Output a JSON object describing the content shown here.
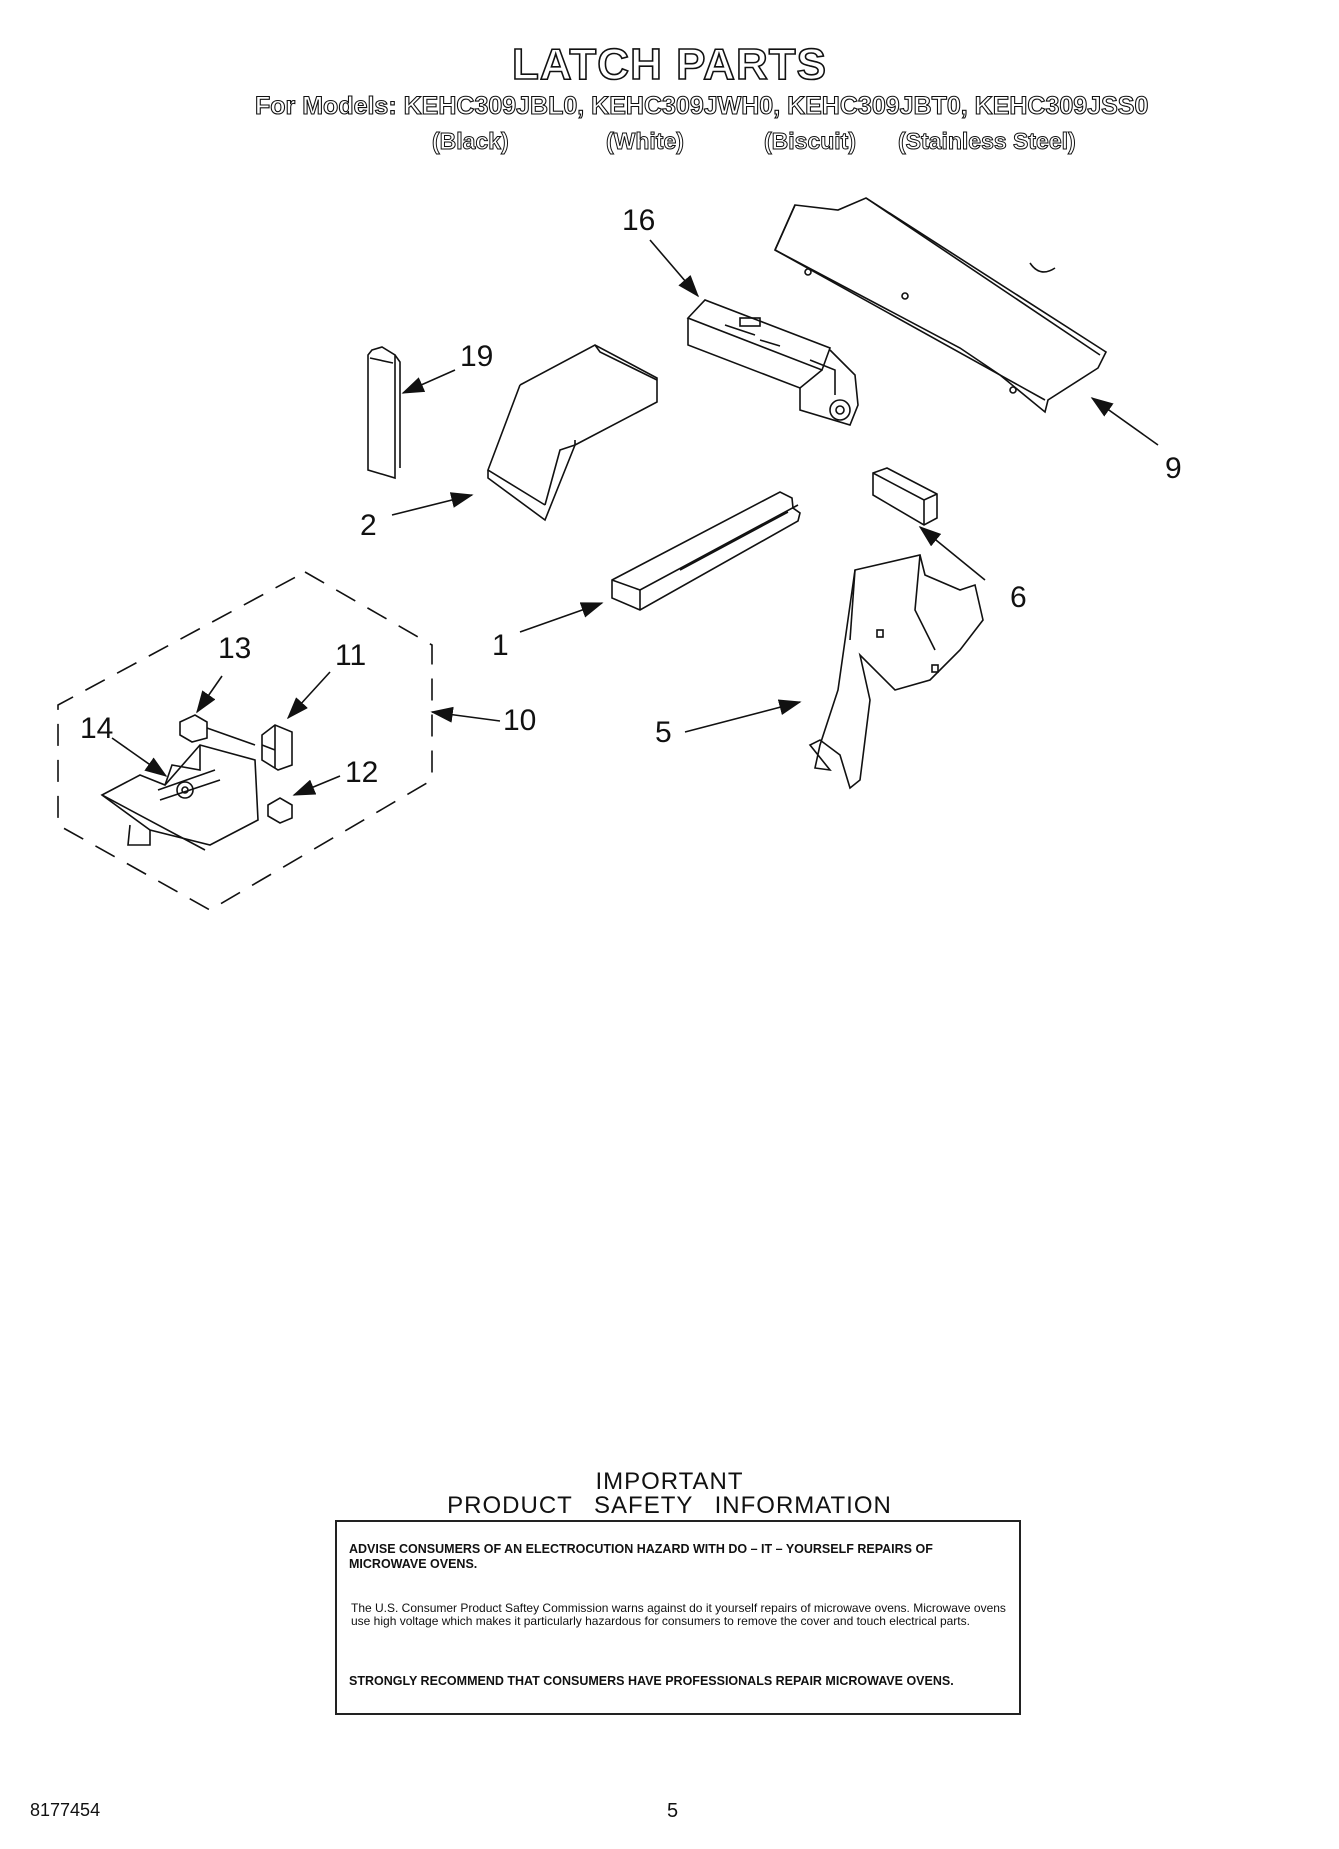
{
  "header": {
    "title": "LATCH PARTS",
    "models_line": "For Models: KEHC309JBL0, KEHC309JWH0, KEHC309JBT0, KEHC309JSS0",
    "colors": [
      "(Black)",
      "(White)",
      "(Biscuit)",
      "(Stainless Steel)"
    ]
  },
  "callouts": {
    "c1": "1",
    "c2": "2",
    "c5": "5",
    "c6": "6",
    "c9": "9",
    "c10": "10",
    "c11": "11",
    "c12": "12",
    "c13": "13",
    "c14": "14",
    "c16": "16",
    "c19": "19"
  },
  "safety": {
    "heading1": "IMPORTANT",
    "heading2": "PRODUCT SAFETY INFORMATION",
    "advise": "ADVISE CONSUMERS OF AN ELECTROCUTION HAZARD WITH DO – IT – YOURSELF REPAIRS OF MICROWAVE OVENS.",
    "body": "The U.S. Consumer Product Saftey Commission warns against do   it   yourself repairs of microwave ovens. Microwave ovens use high voltage which makes it particularly hazardous for consumers to remove the cover and touch electrical parts.",
    "recommend": "STRONGLY RECOMMEND THAT CONSUMERS HAVE PROFESSIONALS REPAIR MICROWAVE OVENS."
  },
  "footer": {
    "part_number": "8177454",
    "page": "5"
  }
}
